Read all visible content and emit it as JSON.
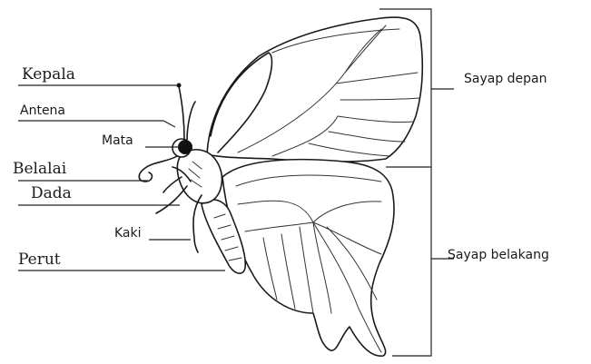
{
  "labels": {
    "kepala": "Kepala",
    "antena": "Antena",
    "mata": "Mata",
    "belalai": "Belalai",
    "dada": "Dada",
    "kaki": "Kaki",
    "perut": "Perut",
    "sayap_depan": "Sayap depan",
    "sayap_belakang": "Sayap belakang"
  }
}
